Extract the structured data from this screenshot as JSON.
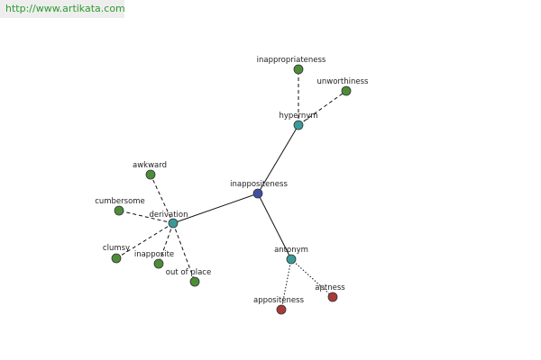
{
  "watermark": {
    "text": "http://www.artikata.com"
  },
  "colors": {
    "center": "#3f4fa0",
    "relation": "#3a9a9a",
    "related": "#4e8c3a",
    "antonym_term": "#a83a3a",
    "edge": "#111111"
  },
  "graph": {
    "center": {
      "id": "center",
      "label": "inappositeness",
      "kind": "center"
    },
    "relations": [
      {
        "id": "hypernym",
        "label": "hypernym",
        "kind": "relation"
      },
      {
        "id": "derivation",
        "label": "derivation",
        "kind": "relation"
      },
      {
        "id": "antonym",
        "label": "antonym",
        "kind": "relation"
      }
    ],
    "terms": [
      {
        "id": "inappropriateness",
        "label": "inappropriateness",
        "parent": "hypernym",
        "kind": "related"
      },
      {
        "id": "unworthiness",
        "label": "unworthiness",
        "parent": "hypernym",
        "kind": "related"
      },
      {
        "id": "awkward",
        "label": "awkward",
        "parent": "derivation",
        "kind": "related"
      },
      {
        "id": "cumbersome",
        "label": "cumbersome",
        "parent": "derivation",
        "kind": "related"
      },
      {
        "id": "clumsy",
        "label": "clumsy",
        "parent": "derivation",
        "kind": "related"
      },
      {
        "id": "inapposite",
        "label": "inapposite",
        "parent": "derivation",
        "kind": "related"
      },
      {
        "id": "out-of-place",
        "label": "out of place",
        "parent": "derivation",
        "kind": "related"
      },
      {
        "id": "appositeness",
        "label": "appositeness",
        "parent": "antonym",
        "kind": "antonym_term"
      },
      {
        "id": "aptness",
        "label": "aptness",
        "parent": "antonym",
        "kind": "antonym_term"
      }
    ]
  }
}
